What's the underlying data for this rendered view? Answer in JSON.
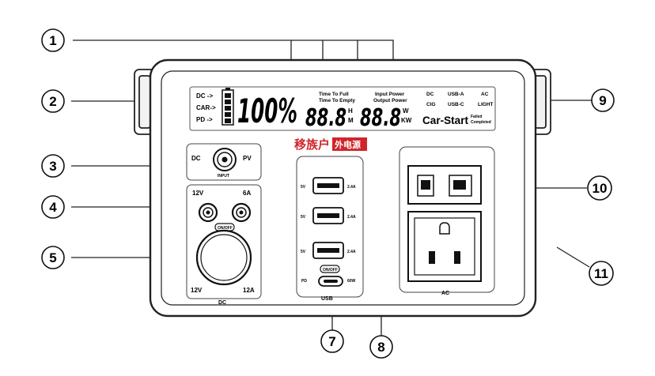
{
  "callouts": [
    "1",
    "2",
    "3",
    "4",
    "5",
    "7",
    "8",
    "9",
    "10",
    "11"
  ],
  "display": {
    "dc_label": "DC ->",
    "car_label": "CAR->",
    "pd_label": "PD ->",
    "percent": "100%",
    "time_to_full": "Time To Full",
    "time_to_empty": "Time To Empty",
    "input_power": "Input Power",
    "output_power": "Output Power",
    "time_value": "88.8",
    "time_unit_h": "H",
    "time_unit_m": "M",
    "power_value": "88.8",
    "power_unit_w": "W",
    "power_unit_kw": "KW",
    "dc": "DC",
    "usb_a": "USB-A",
    "ac": "AC",
    "cig": "CIG",
    "usb_c": "USB-C",
    "light": "LIGHT",
    "car_start": "Car-Start",
    "failed": "Failed",
    "completed": "Completed"
  },
  "brand_logo_text": "移族户外电源",
  "dc_input": {
    "left": "DC",
    "right": "PV",
    "caption": "INPUT"
  },
  "dc_output": {
    "v12": "12V",
    "a6": "6A",
    "small_btn": "ON/OFF",
    "bottom_left": "12V",
    "bottom_right": "12A",
    "caption": "DC"
  },
  "usb": {
    "ports": [
      {
        "left": "5V",
        "right": "2.4A"
      },
      {
        "left": "5V",
        "right": "2.4A"
      },
      {
        "left": "5V",
        "right": "2.4A"
      }
    ],
    "onoff": "ON/OFF",
    "pd_left": "PD",
    "pd_right": "60W",
    "caption": "USB"
  },
  "ac": {
    "caption": "AC"
  }
}
